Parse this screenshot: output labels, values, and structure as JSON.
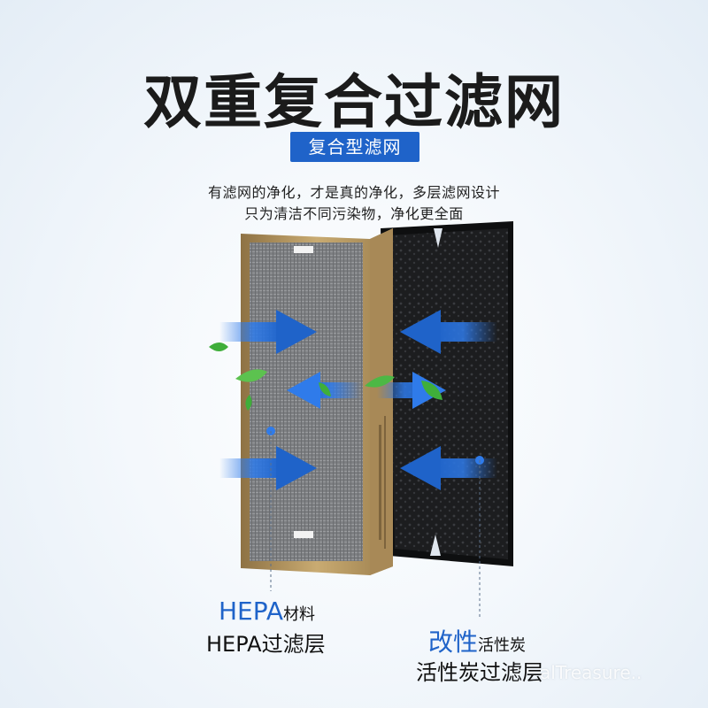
{
  "headline": "双重复合过滤网",
  "badge": "复合型滤网",
  "description": {
    "line1": "有滤网的净化，才是真的净化，多层滤网设计",
    "line2": "只为清洁不同污染物，净化更全面"
  },
  "hepa": {
    "material_highlight": "HEPA",
    "material_suffix": "材料",
    "layer_name": "HEPA过滤层"
  },
  "carbon": {
    "material_highlight": "改性",
    "material_suffix": "活性炭",
    "layer_name": "活性炭过滤层"
  },
  "watermark": "alTreasure..",
  "colors": {
    "accent_blue": "#1f63c9",
    "arrow_blue": "#2f7bea",
    "frame_gold": "#b4945a",
    "hepa_mesh": "#7d7f82",
    "carbon_black": "#1c1d1f",
    "leaf_green": "#3fae3a"
  }
}
